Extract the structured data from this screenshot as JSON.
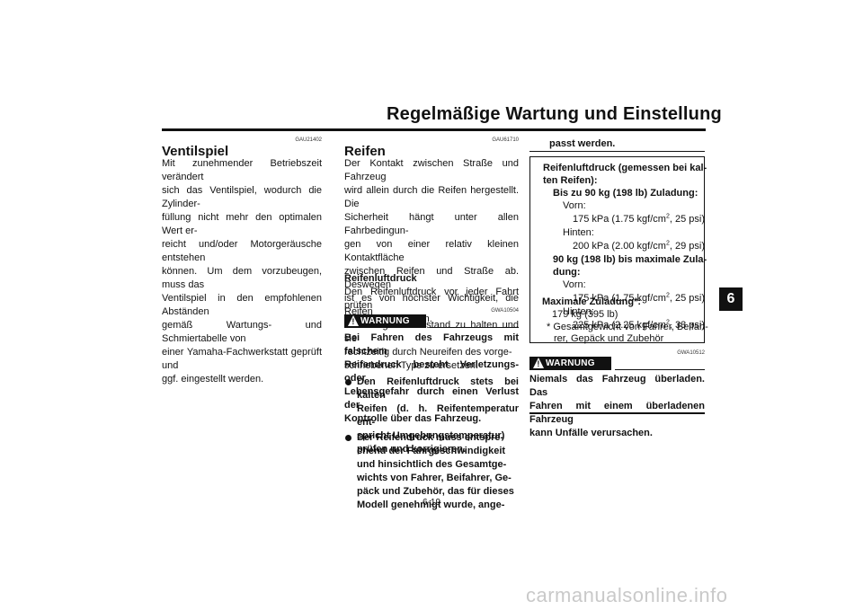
{
  "header": {
    "title": "Regelmäßige Wartung und Einstellung",
    "chapter_tab": "6"
  },
  "col1": {
    "code": "GAU21402",
    "heading": "Ventilspiel",
    "lines": [
      "Mit zunehmender Betriebszeit verändert",
      "sich das Ventilspiel, wodurch die Zylinder-",
      "füllung nicht mehr den optimalen Wert er-",
      "reicht und/oder Motorgeräusche entstehen",
      "können. Um dem vorzubeugen, muss das",
      "Ventilspiel in den empfohlenen Abständen",
      "gemäß Wartungs- und Schmiertabelle von",
      "einer Yamaha-Fachwerkstatt geprüft und",
      "ggf. eingestellt werden."
    ]
  },
  "col2": {
    "code": "GAU61710",
    "heading": "Reifen",
    "lines": [
      "Der Kontakt zwischen Straße und Fahrzeug",
      "wird allein durch die Reifen hergestellt. Die",
      "Sicherheit hängt unter allen Fahrbedingun-",
      "gen von einer relativ kleinen Kontaktfläche",
      "zwischen Reifen und Straße ab. Deswegen",
      "ist es von höchster Wichtigkeit, die Reifen",
      "stets in gutem Zustand zu halten und sie",
      "rechtzeitig durch Neureifen des vorge-",
      "schriebenen Typs zu ersetzen."
    ],
    "subheading": "Reifenluftdruck",
    "sub_lines": [
      "Den Reifenluftdruck vor jeder Fahrt prüfen",
      "und ggf. korrigieren."
    ],
    "warn_code": "GWA10504",
    "warn_label": "WARNUNG",
    "warn_lines": [
      "Bei Fahren des Fahrzeugs mit falschem",
      "Reifendruck besteht Verletzungs- oder",
      "Lebensgefahr durch einen Verlust der",
      "Kontrolle über das Fahrzeug."
    ],
    "bullet1": [
      "Den Reifenluftdruck stets bei kalten",
      "Reifen (d. h. Reifentemperatur ent-",
      "spricht Umgebungstemperatur)",
      "prüfen und korrigieren."
    ],
    "bullet2": [
      "Der Reifendruck muss entspre-",
      "chend der Fahrgeschwindigkeit",
      "und hinsichtlich des Gesamtge-",
      "wichts von Fahrer, Beifahrer, Ge-",
      "päck und Zubehör, das für dieses",
      "Modell genehmigt wurde, ange-"
    ]
  },
  "col3": {
    "continued": "passt werden.",
    "box": {
      "title1": "Reifenluftdruck (gemessen bei kal-",
      "title2": "ten Reifen):",
      "group1": "Bis zu 90 kg (198 lb) Zuladung:",
      "front_label": "Vorn:",
      "g1_front": "175 kPa (1.75 kgf/cm",
      "g1_front_tail": ", 25 psi)",
      "rear_label": "Hinten:",
      "g1_rear": "200 kPa (2.00 kgf/cm",
      "g1_rear_tail": ", 29 psi)",
      "group2a": "90 kg (198 lb) bis maximale Zula-",
      "group2b": "dung:",
      "g2_front": "175 kPa (1.75 kgf/cm",
      "g2_front_tail": ", 25 psi)",
      "g2_rear": "225 kPa (2.25 kgf/cm",
      "g2_rear_tail": ", 33 psi)",
      "sq": "2",
      "max_label": "Maximale Zuladung*:",
      "max_value": "179 kg (395 lb)",
      "note1": "* Gesamtgewicht von Fahrer, Beifah-",
      "note2": "rer, Gepäck und Zubehör"
    },
    "warn_code": "GWA10512",
    "warn_label": "WARNUNG",
    "warn_lines": [
      "Niemals das Fahrzeug überladen. Das",
      "Fahren mit einem überladenen Fahrzeug",
      "kann Unfälle verursachen."
    ]
  },
  "footer": {
    "page_number": "6-19",
    "watermark": "carmanualsonline.info"
  }
}
